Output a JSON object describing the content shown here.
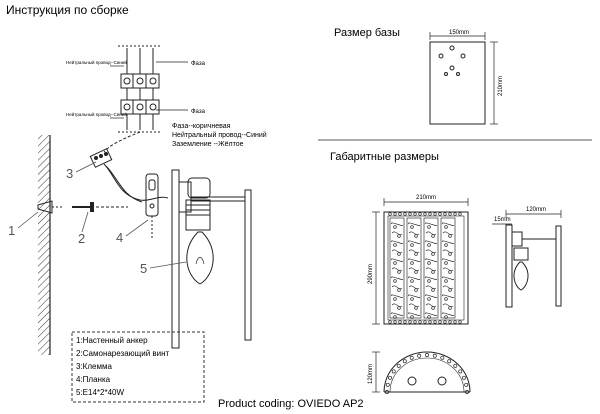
{
  "header": {
    "title": "Инструкция по сборке",
    "base_size_title": "Размер базы",
    "dimensions_title": "Габаритные размеры",
    "footer": "Product coding: OVIEDO AP2"
  },
  "wiring": {
    "phase_top": "Фаза",
    "neutral_top": "Нейтральный провод--Синий",
    "phase_bottom": "Фаза",
    "neutral_bottom": "Нейтральный провод--Синий",
    "color_legend": [
      "Фаза--коричневая",
      "Нейтральный провод--Синий",
      "Заземление --Жёлтое"
    ]
  },
  "callouts": [
    "1",
    "2",
    "3",
    "4",
    "5"
  ],
  "parts_list": [
    "1:Настенный анкер",
    "2:Самонарезающий винт",
    "3:Клемма",
    "4:Планка",
    "5:E14*2*40W"
  ],
  "base_dimensions": {
    "width": "150mm",
    "height": "210mm"
  },
  "overall_dimensions": {
    "front_width": "210mm",
    "front_height": "290mm",
    "side_depth": "120mm",
    "side_plate": "15mm",
    "top_depth": "120mm"
  },
  "colors": {
    "line": "#222222",
    "accent": "#555555"
  }
}
